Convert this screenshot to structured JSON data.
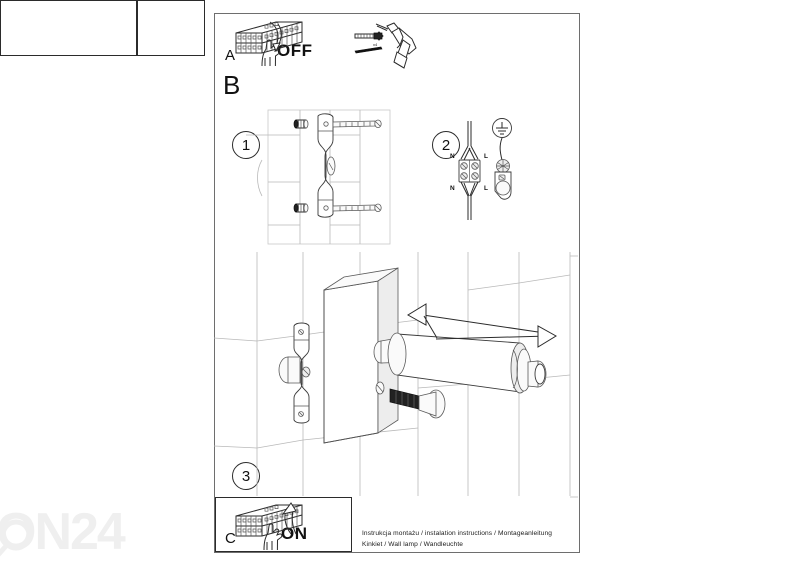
{
  "document": {
    "type": "installation-instruction-sheet",
    "watermark": "ON24"
  },
  "sections": {
    "a": {
      "letter": "A",
      "action_label": "OFF",
      "icon": "fuse-box-hand-press-icon",
      "arrow": "curved-down-arrow"
    },
    "tools": {
      "icon": "drill-screw-wallplug-icon"
    },
    "b": {
      "letter": "B",
      "steps": [
        {
          "number": "1",
          "icon": "wall-bracket-mounting-icon",
          "description": "mount bracket to wall with screws and wall plugs"
        },
        {
          "number": "2",
          "icon": "terminal-block-wiring-icon",
          "description": "connect wires to terminal block",
          "terminal_labels": {
            "top_left": "N",
            "top_right": "L",
            "bottom_left": "N",
            "bottom_right": "L"
          },
          "earth_symbol": "earth-ground-icon"
        },
        {
          "number": "3",
          "icon": "lamp-body-assembly-icon",
          "description": "attach lamp body to bracket and adjust head",
          "arrow": "double-headed-adjust-arrow"
        }
      ]
    },
    "c": {
      "letter": "C",
      "action_label": "ON",
      "icon": "fuse-box-hand-press-icon",
      "arrow": "curved-up-arrow"
    }
  },
  "footer": {
    "line1": "Instrukcja montażu / instalation instructions / Montageanleitung",
    "line2": "Kinkiet / Wall lamp / Wandleuchte"
  },
  "colors": {
    "ink": "#2b2b2b",
    "frame": "#6e6e6e",
    "wall_line": "#b9b9b9",
    "watermark": "#efefef"
  }
}
